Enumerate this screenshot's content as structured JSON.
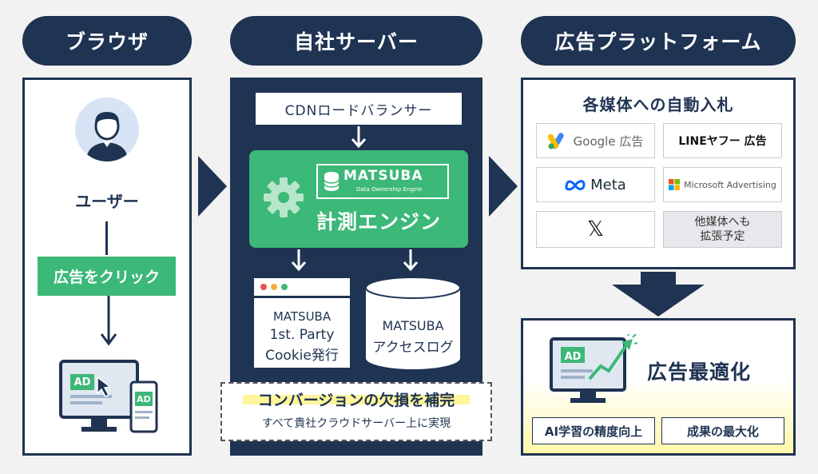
{
  "columns": {
    "browser": "ブラウザ",
    "server": "自社サーバー",
    "platform": "広告プラットフォーム"
  },
  "browser_panel": {
    "user_label": "ユーザー",
    "click_label": "広告をクリック",
    "ad_label_monitor": "AD",
    "ad_label_phone": "AD"
  },
  "server_panel": {
    "cdn_label": "CDNロードバランサー",
    "matsuba_brand": "MATSUBA",
    "matsuba_sub": "Data Ownership Engine",
    "engine_label": "計測エンジン",
    "cookie_line1": "MATSUBA",
    "cookie_line2": "1st. Party",
    "cookie_line3": "Cookie発行",
    "log_line1": "MATSUBA",
    "log_line2": "アクセスログ",
    "note_title": "コンバージョンの欠損を補完",
    "note_sub": "すべて貴社クラウドサーバー上に実現"
  },
  "platform_panel": {
    "title": "各媒体への自動入札",
    "logos": {
      "google": "Google 広告",
      "line": "LINEヤフー 広告",
      "meta": "Meta",
      "microsoft": "Microsoft Advertising",
      "x": "𝕏",
      "other_line1": "他媒体へも",
      "other_line2": "拡張予定"
    }
  },
  "optimize_panel": {
    "ad_label": "AD",
    "title": "広告最適化",
    "tag1": "AI学習の精度向上",
    "tag2": "成果の最大化"
  },
  "colors": {
    "navy": "#1f3352",
    "green": "#3cb878",
    "light_green": "#9bd8b6",
    "yellow": "#fff8b8"
  }
}
